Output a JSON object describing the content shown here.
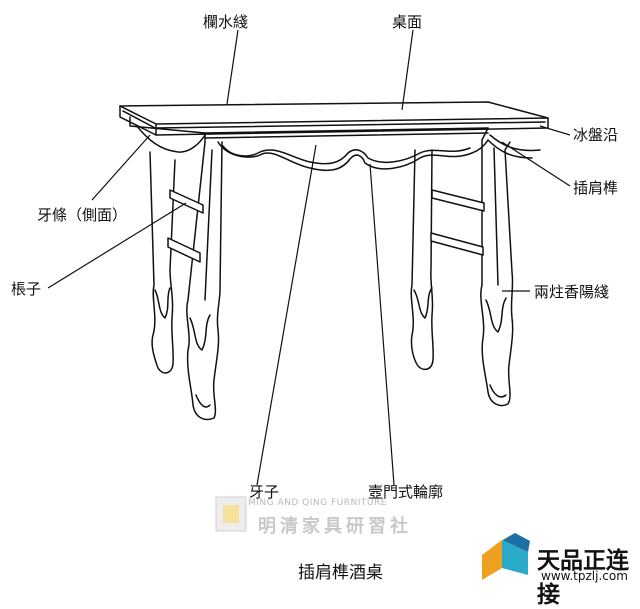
{
  "diagram": {
    "labels": {
      "lanshui_xian": "欄水綫",
      "zhuomian": "桌面",
      "bingpan_yan": "冰盤沿",
      "yatiao": "牙條（側面）",
      "chajian_sun": "插肩榫",
      "chengzi": "棖子",
      "liangzhu_xiang_yangxian": "兩炷香陽綫",
      "yazi": "牙子",
      "humen_lunkuo": "壼門式輪廓"
    },
    "caption": "插肩榫酒桌"
  },
  "watermark": {
    "english": "MING AND QING FURNITURE",
    "chinese": "明清家具研習社"
  },
  "brand": {
    "name": "天品正连接",
    "url": "www.tpzlj.com",
    "logo_colors": [
      "#f0a020",
      "#2aa9c9",
      "#1d6fa5"
    ]
  }
}
